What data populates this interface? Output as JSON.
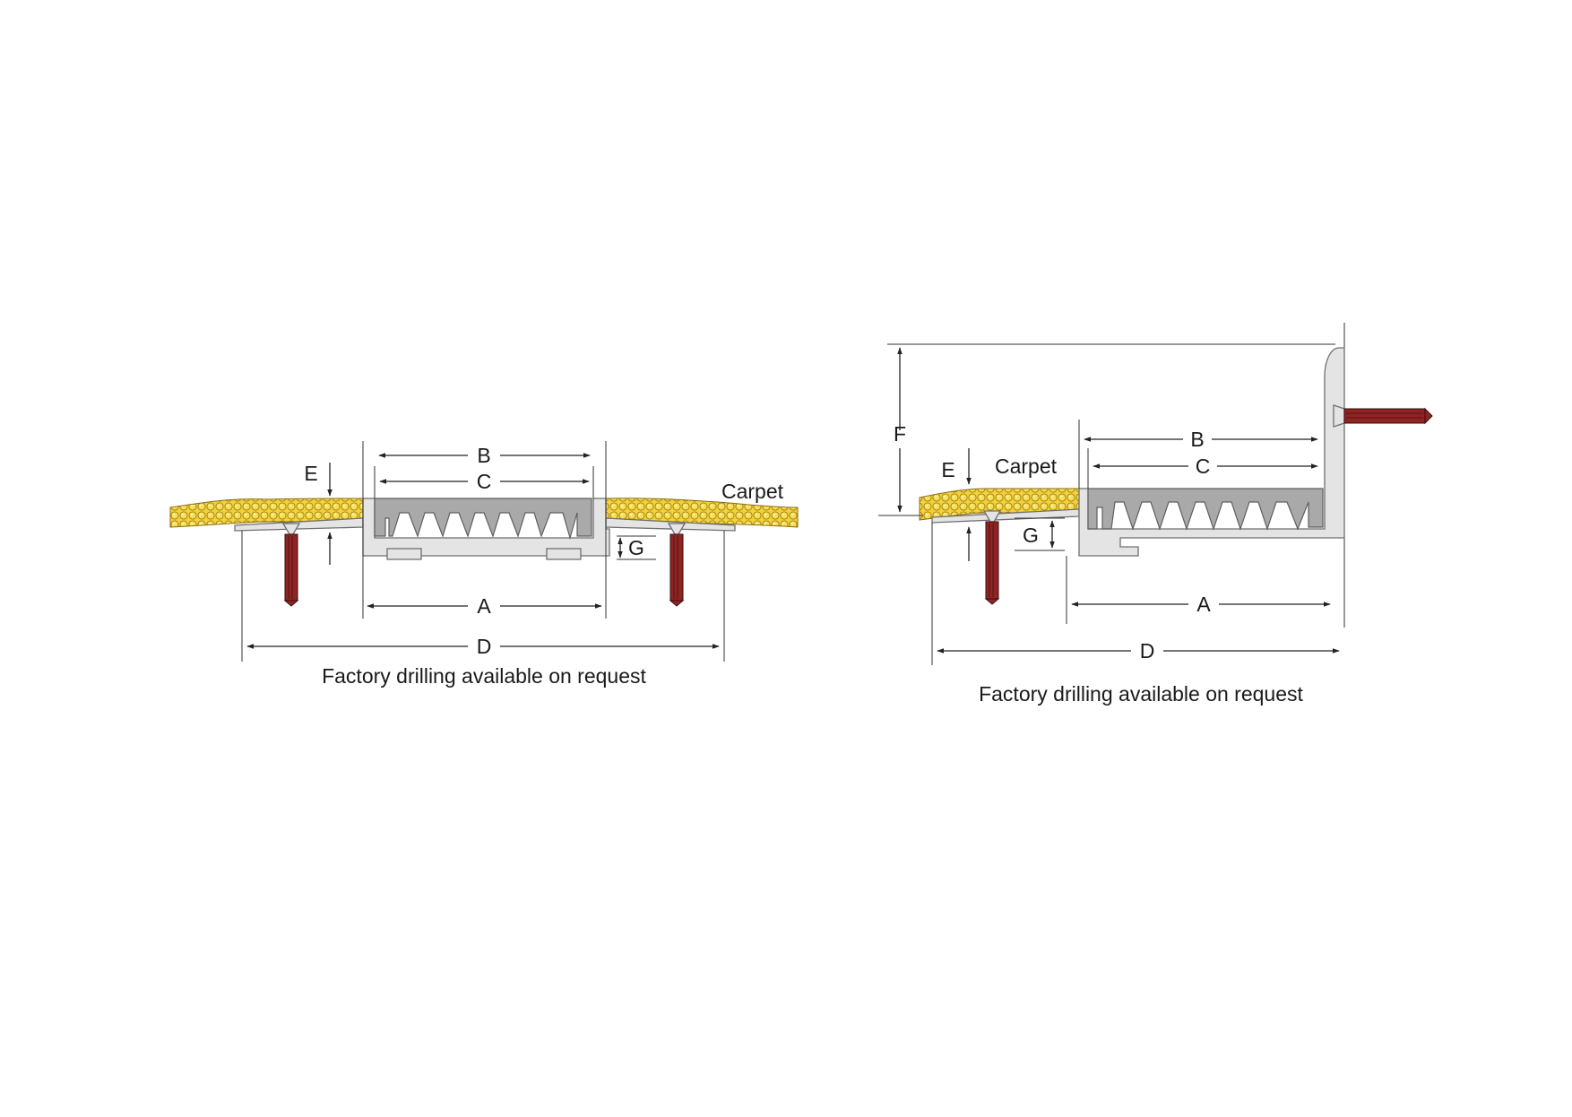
{
  "left_diagram": {
    "dims": {
      "A": "A",
      "B": "B",
      "C": "C",
      "D": "D",
      "E": "E",
      "G": "G"
    },
    "carpet_label": "Carpet",
    "caption": "Factory drilling available on request"
  },
  "right_diagram": {
    "dims": {
      "A": "A",
      "B": "B",
      "C": "C",
      "D": "D",
      "E": "E",
      "F": "F",
      "G": "G"
    },
    "carpet_label": "Carpet",
    "caption": "Factory drilling available on request"
  },
  "colors": {
    "carpet": "#f2d13a",
    "insert": "#a9a9a9",
    "aluminium": "#e4e4e4",
    "screw": "#8e2424"
  }
}
